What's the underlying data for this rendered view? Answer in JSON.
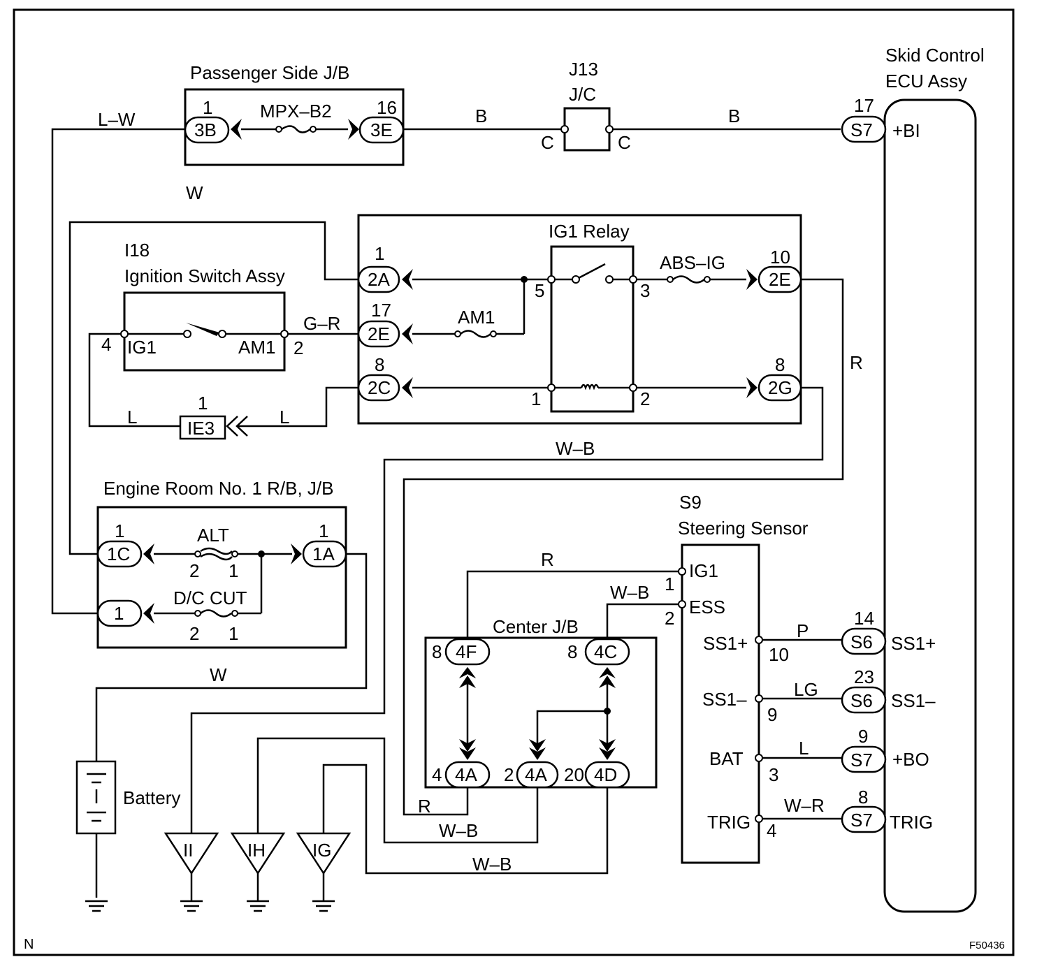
{
  "corner_label": "N",
  "figure_code": "F50436",
  "components": {
    "passenger_jb": {
      "title": "Passenger Side J/B",
      "fuse": "MPX–B2",
      "left_pin": "1",
      "left_conn": "3B",
      "right_pin": "16",
      "right_conn": "3E"
    },
    "j13": {
      "title": "J13",
      "subtitle": "J/C",
      "left": "C",
      "right": "C"
    },
    "skid_ecu": {
      "title_line1": "Skid Control",
      "title_line2": "ECU Assy"
    },
    "ig1_relay": {
      "title": "IG1 Relay",
      "fuse_abs": "ABS–IG",
      "fuse_am1": "AM1",
      "pin5": "5",
      "pin3": "3",
      "pin1": "1",
      "pin2": "2"
    },
    "ignition_switch": {
      "id": "I18",
      "title": "Ignition Switch Assy",
      "ig1": "IG1",
      "am1": "AM1",
      "pin4": "4",
      "pin2": "2"
    },
    "ie3": {
      "pin": "1",
      "label": "IE3"
    },
    "engine_room_jb": {
      "title": "Engine Room No. 1 R/B, J/B",
      "fuse_alt": "ALT",
      "fuse_dc": "D/C CUT",
      "f2a": "2",
      "f1a": "1",
      "f2b": "2",
      "f1b": "1"
    },
    "steering_sensor": {
      "id": "S9",
      "title": "Steering Sensor"
    },
    "center_jb": {
      "title": "Center J/B"
    },
    "battery": {
      "label": "Battery"
    }
  },
  "connectors": [
    {
      "name": "2A",
      "pin": "1"
    },
    {
      "name": "2E",
      "pin": "17"
    },
    {
      "name": "2C",
      "pin": "8"
    },
    {
      "name": "2E",
      "pin": "10"
    },
    {
      "name": "2G",
      "pin": "8"
    },
    {
      "name": "1C",
      "pin": "1"
    },
    {
      "name": "1A",
      "pin": "1"
    },
    {
      "name": "1",
      "pin": ""
    },
    {
      "name": "4F",
      "pin": "8"
    },
    {
      "name": "4C",
      "pin": "8"
    },
    {
      "name": "4A",
      "pin": "4"
    },
    {
      "name": "4A",
      "pin": "2"
    },
    {
      "name": "4D",
      "pin": "20"
    },
    {
      "name": "S7",
      "pin": "17"
    },
    {
      "name": "S6",
      "pin": "14"
    },
    {
      "name": "S6",
      "pin": "23"
    },
    {
      "name": "S7",
      "pin": "9"
    },
    {
      "name": "S7",
      "pin": "8"
    }
  ],
  "sensor_pins": [
    {
      "label": "IG1",
      "num": "1"
    },
    {
      "label": "ESS",
      "num": "2"
    },
    {
      "label": "SS1+",
      "num": "10"
    },
    {
      "label": "SS1–",
      "num": "9"
    },
    {
      "label": "BAT",
      "num": "3"
    },
    {
      "label": "TRIG",
      "num": "4"
    }
  ],
  "ecu_terminals": [
    "+BI",
    "SS1+",
    "SS1–",
    "+BO",
    "TRIG"
  ],
  "wire_colors": [
    "L–W",
    "B",
    "B",
    "W",
    "G–R",
    "L",
    "L",
    "R",
    "W–B",
    "W",
    "R",
    "W–B",
    "P",
    "LG",
    "L",
    "W–R",
    "R",
    "W–B",
    "W–B"
  ],
  "grounds": [
    "II",
    "IH",
    "IG"
  ]
}
